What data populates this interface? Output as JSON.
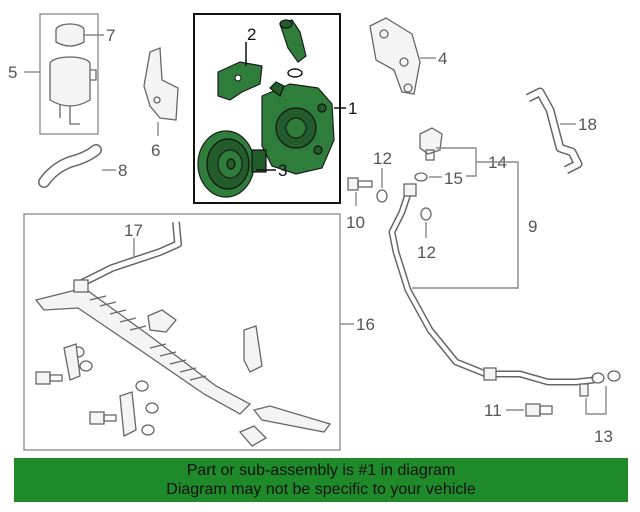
{
  "callouts": {
    "c1": "1",
    "c2": "2",
    "c3": "3",
    "c4": "4",
    "c5": "5",
    "c6": "6",
    "c7": "7",
    "c8": "8",
    "c9": "9",
    "c10": "10",
    "c11": "11",
    "c12a": "12",
    "c12b": "12",
    "c13": "13",
    "c14": "14",
    "c15": "15",
    "c16": "16",
    "c17": "17",
    "c18": "18"
  },
  "colors": {
    "highlight_part": "#2f7d3b",
    "banner": "#1f8a2a"
  },
  "banner": {
    "line1": "Part or sub-assembly is #1 in diagram",
    "line2": "Diagram may not be specific to your vehicle"
  }
}
